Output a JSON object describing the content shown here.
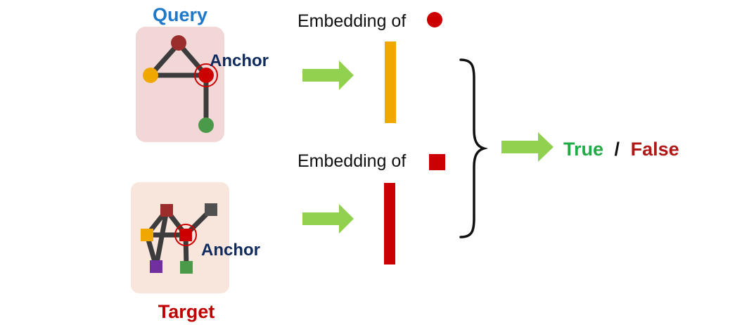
{
  "query": {
    "title": "Query",
    "anchor_label": "Anchor",
    "embedding_label": "Embedding of"
  },
  "target": {
    "title": "Target",
    "anchor_label": "Anchor",
    "embedding_label": "Embedding of"
  },
  "result": {
    "true_label": "True",
    "separator": "/",
    "false_label": "False"
  },
  "colors": {
    "query_title": "#1f78c8",
    "target_title": "#c00000",
    "anchor_text": "#0f2a5c",
    "query_panel": "#f2d7d7",
    "target_panel": "#f8e6dc",
    "edge": "#3c3c3c",
    "node_red": "#cc0000",
    "node_darkred": "#9b2d2d",
    "node_orange": "#f0a800",
    "node_green": "#4a9a4a",
    "node_purple": "#7030a0",
    "node_gray": "#505050",
    "arrow": "#92d050",
    "query_bar": "#f0a800",
    "target_bar": "#cc0000",
    "true_text": "#22aa44",
    "false_text": "#b01818"
  },
  "icons": [
    "circle-marker-icon",
    "square-marker-icon",
    "right-arrow-icon",
    "curly-brace-icon"
  ]
}
